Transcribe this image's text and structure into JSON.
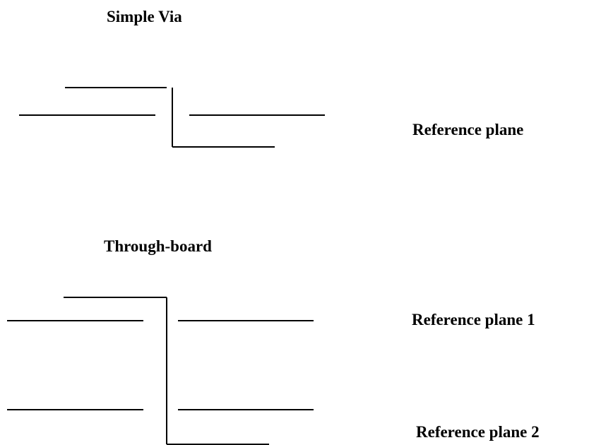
{
  "diagrams": [
    {
      "title": "Simple Via",
      "planes": [
        "Reference plane"
      ]
    },
    {
      "title": "Through-board",
      "planes": [
        "Reference plane 1",
        "Reference plane 2"
      ]
    }
  ]
}
